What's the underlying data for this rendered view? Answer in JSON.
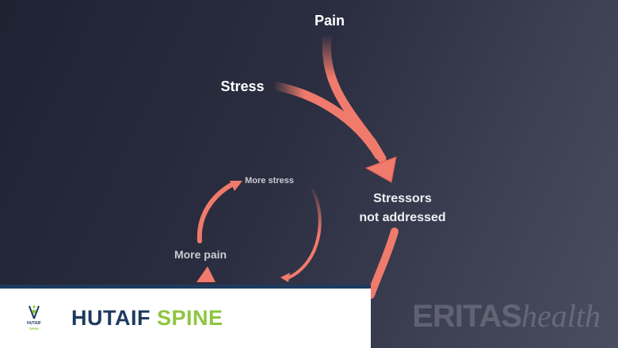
{
  "diagram": {
    "nodes": {
      "pain": "Pain",
      "stress": "Stress",
      "stressors_line1": "Stressors",
      "stressors_line2": "not addressed",
      "more_stress": "More stress",
      "more_pain": "More pain"
    },
    "arrow_color": "#f07a6c"
  },
  "watermark": {
    "bold_part": "ERITAS",
    "italic_part": "health"
  },
  "brand": {
    "logo_text": "HUTAIF",
    "logo_subtext": "SPINE",
    "name_part1": "HUTAIF",
    "name_part2": "SPINE",
    "primary_color": "#1e3a5f",
    "accent_color": "#8dc63f"
  }
}
